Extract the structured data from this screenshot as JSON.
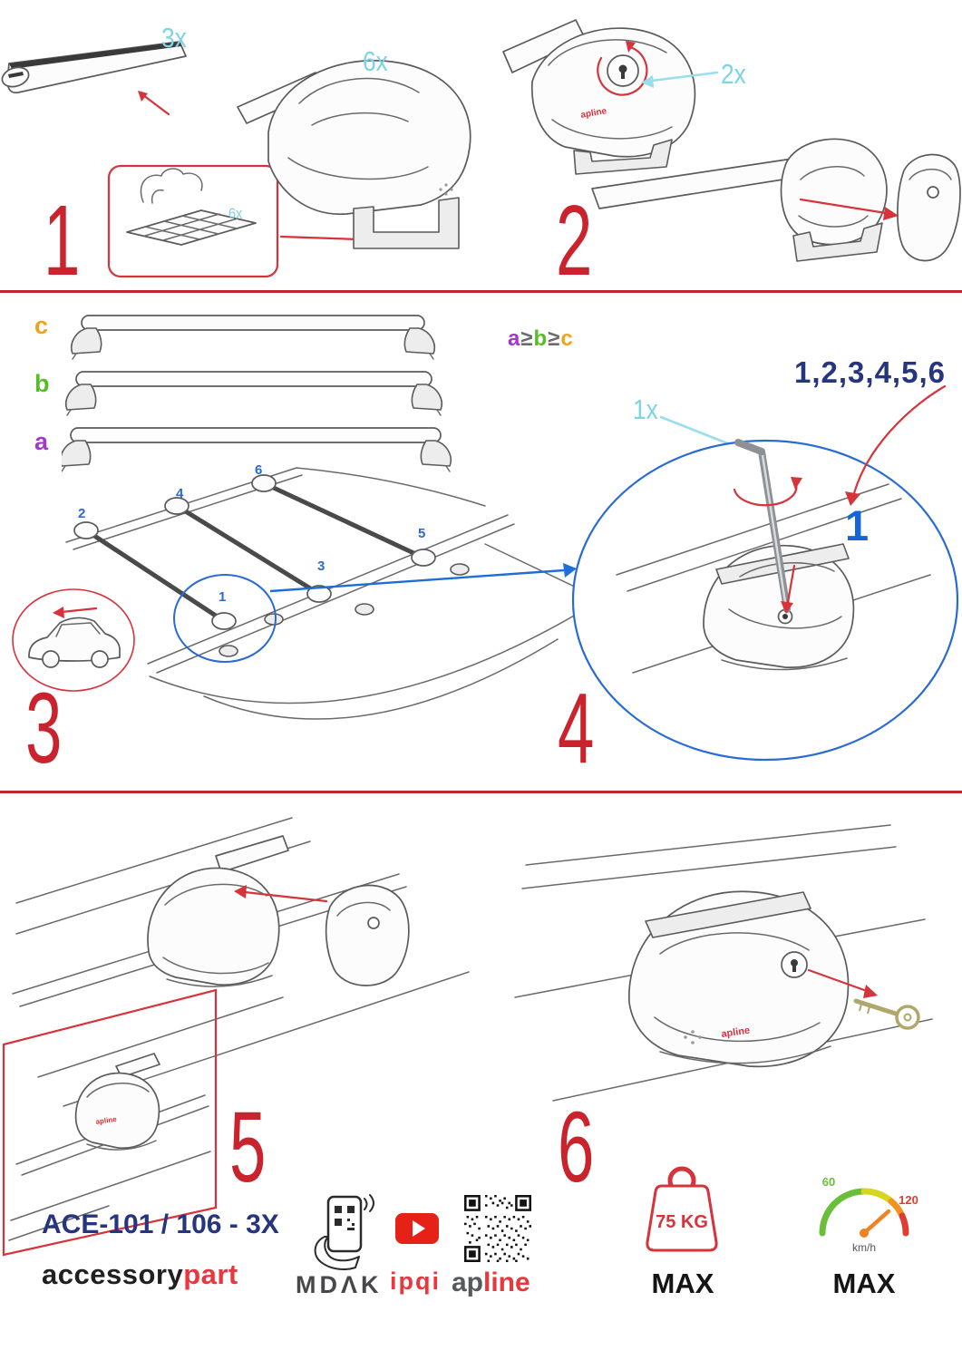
{
  "page": {
    "background": "#ffffff",
    "divider_color": "#c5242e"
  },
  "colors": {
    "step_number_red": "#c9242d",
    "quantity_cyan": "#7cd4e4",
    "highlight_blue": "#1565d8",
    "sequence_navy": "#26357e",
    "letter_a_purple": "#a238c9",
    "letter_b_green": "#56bd27",
    "letter_c_orange": "#f0a21b",
    "arrow_red": "#d6333b",
    "brand_red": "#e8373d",
    "brand_gray": "#58595b",
    "gauge_green": "#6abf3a",
    "gauge_red": "#e03c31"
  },
  "icons": {
    "phone_scan": "hand-scanning-phone-icon",
    "youtube": "play-button-icon",
    "qr": "qr-code-icon",
    "weight": "weight-tag-icon",
    "speedometer": "speed-gauge-icon",
    "allen_key": "hex-key-icon",
    "door_key": "key-icon"
  },
  "steps": {
    "1": {
      "number": "1",
      "bar_qty": "3x",
      "foot_qty": "6x",
      "pad_qty": "6x"
    },
    "2": {
      "number": "2",
      "lock_qty": "2x"
    },
    "3": {
      "number": "3",
      "bar_labels": {
        "c": "c",
        "b": "b",
        "a": "a"
      },
      "position_numbers": [
        "1",
        "2",
        "3",
        "4",
        "5",
        "6"
      ]
    },
    "4": {
      "number": "4",
      "tool_qty": "1x",
      "size_order": {
        "a": "a",
        "gte1": "≥",
        "b": "b",
        "gte2": "≥",
        "c": "c"
      },
      "tighten_sequence": "1,2,3,4,5,6",
      "first_position": "1"
    },
    "5": {
      "number": "5"
    },
    "6": {
      "number": "6"
    }
  },
  "illustration": {
    "foot_brand": "apline"
  },
  "footer": {
    "model": "ACE-101 / 106 - 3X",
    "brand_black": "accessory",
    "brand_red": "part",
    "mdak_logo": "MDΛK",
    "ipqi_logo": "ipqi",
    "apline_gray": "ap",
    "apline_red": "line",
    "weight_limit": "75 KG",
    "weight_max_label": "MAX",
    "speed_min_mark": "60",
    "speed_max_mark": "120",
    "speed_unit": "km/h",
    "speed_max_label": "MAX"
  }
}
